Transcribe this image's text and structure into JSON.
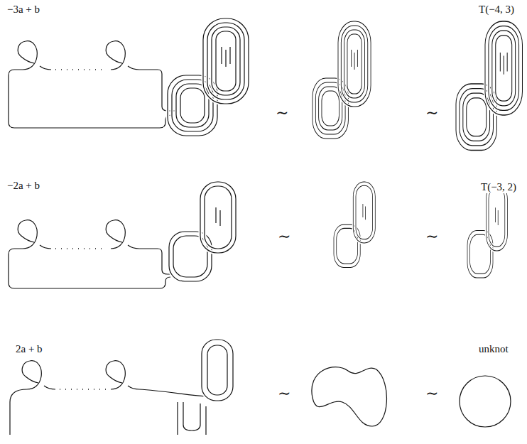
{
  "diagram": {
    "labels": [
      "−3a + b",
      "T(−4, 3)",
      "∼",
      "∼",
      "−2a + b",
      "T(−3, 2)",
      "∼",
      "∼",
      "2a + b",
      "unknot",
      "∼",
      "∼"
    ]
  }
}
